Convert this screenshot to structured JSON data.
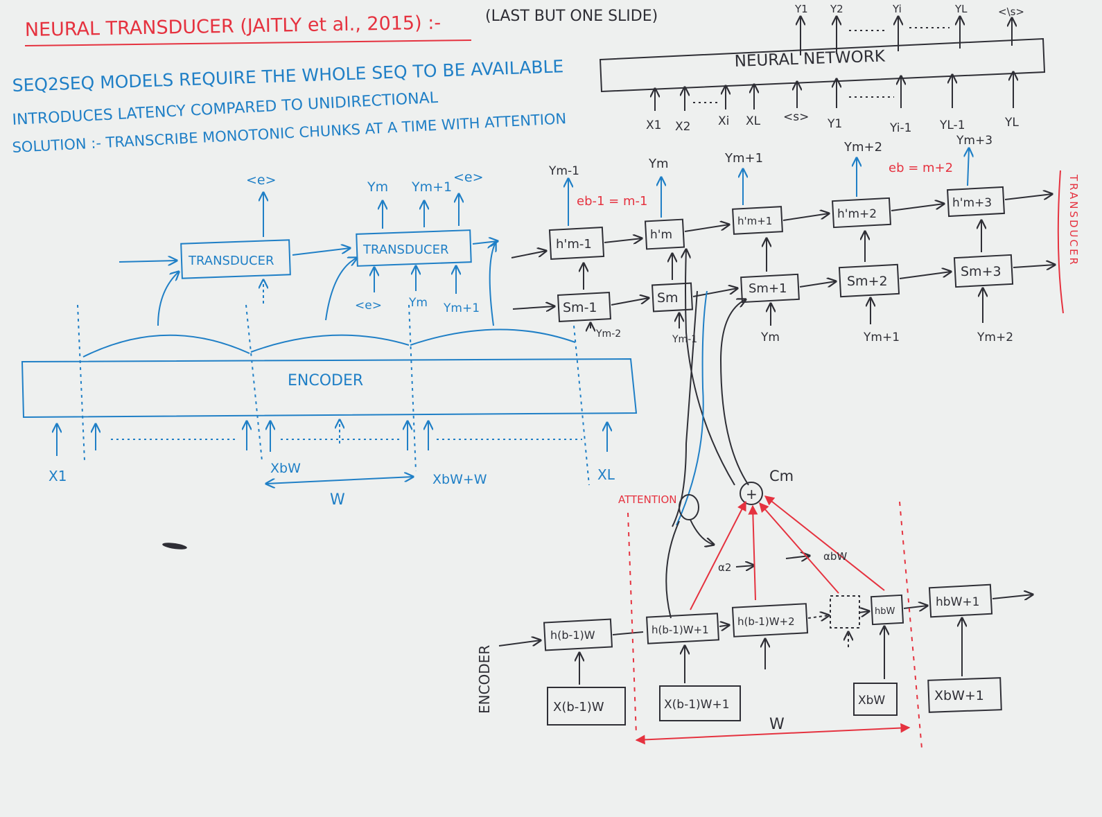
{
  "title": "NEURAL TRANSDUCER (JAITLY et al., 2015) :-",
  "subtitle": "(LAST BUT ONE SLIDE)",
  "colors": {
    "blue": "#1f7fc6",
    "red": "#e5323f",
    "dark": "#2e2e35",
    "board": "#eef0ef"
  },
  "notes": [
    "SEQ2SEQ MODELS REQUIRE THE WHOLE SEQ TO BE AVAILABLE",
    "INTRODUCES LATENCY COMPARED TO UNIDIRECTIONAL",
    "SOLUTION :- TRANSCRIBE MONOTONIC CHUNKS AT A TIME WITH ATTENTION"
  ],
  "seq2seq": {
    "box": "NEURAL NETWORK",
    "outputs": [
      "Y1",
      "Y2",
      "Yi",
      "YL",
      "<\\s>"
    ],
    "inputs": [
      "X1",
      "X2",
      "Xi",
      "XL",
      "<s>",
      "Y1",
      "Yi-1",
      "YL-1",
      "YL"
    ]
  },
  "chunk_diagram": {
    "encoder": "ENCODER",
    "transducer": "TRANSDUCER",
    "t1_out": "<e>",
    "t2_outs": [
      "Ym",
      "Ym+1",
      "<e>"
    ],
    "t2_ins": [
      "<e>",
      "Ym",
      "Ym+1"
    ],
    "inputs": [
      "X1",
      "XbW",
      "XbW+W",
      "XL"
    ],
    "window": "W"
  },
  "transducer_rnn": {
    "top_outs": [
      "Ym-1",
      "Ym",
      "Ym+1",
      "Ym+2",
      "Ym+3"
    ],
    "h_cells": [
      "h'm-1",
      "h'm",
      "h'm+1",
      "h'm+2",
      "h'm+3"
    ],
    "s_cells": [
      "Sm-1",
      "Sm",
      "Sm+1",
      "Sm+2",
      "Sm+3"
    ],
    "s_ins": [
      "Ym-2",
      "Ym-1",
      "Ym",
      "Ym+1",
      "Ym+2"
    ],
    "label_prev": "eb-1 = m-1",
    "label_cur": "eb = m+2",
    "side": "TRANSDUCER"
  },
  "attention": {
    "label": "ATTENTION",
    "context": "Cm",
    "plus": "+",
    "alpha1": "α2",
    "alphaW": "αbW",
    "encoder_side": "ENCODER",
    "h_cells": [
      "h(b-1)W",
      "h(b-1)W+1",
      "h(b-1)W+2",
      "hbW",
      "hbW+1"
    ],
    "x_cells": [
      "X(b-1)W",
      "X(b-1)W+1",
      "XbW",
      "XbW+1"
    ],
    "window": "W"
  }
}
